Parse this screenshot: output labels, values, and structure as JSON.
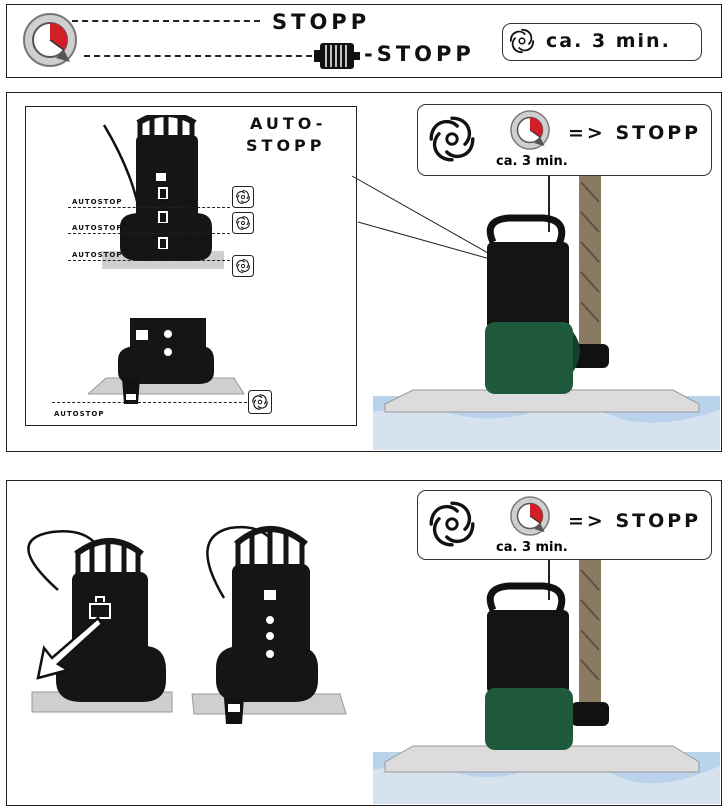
{
  "top": {
    "stopp_upper": "STOPP",
    "stopp_lower": "-STOPP",
    "duration": "ca. 3 min."
  },
  "middle": {
    "auto_stopp_line1": "AUTO-",
    "auto_stopp_line2": "STOPP",
    "autostop_labels": [
      "AUTOSTOP",
      "AUTOSTOP",
      "AUTOSTOP"
    ],
    "autostop_bottom": "AUTOSTOP",
    "callout_result": "=> STOPP",
    "callout_duration": "ca. 3 min."
  },
  "bottom": {
    "callout_result": "=> STOPP",
    "callout_duration": "ca. 3 min."
  },
  "colors": {
    "timer_red": "#d21f26",
    "pump_green": "#1f5a3c",
    "water_blue": "#b9d3ec",
    "ground": "#dcdcdc"
  },
  "icons": [
    "timer-icon",
    "swirl-icon",
    "motor-icon",
    "pump-icon"
  ]
}
